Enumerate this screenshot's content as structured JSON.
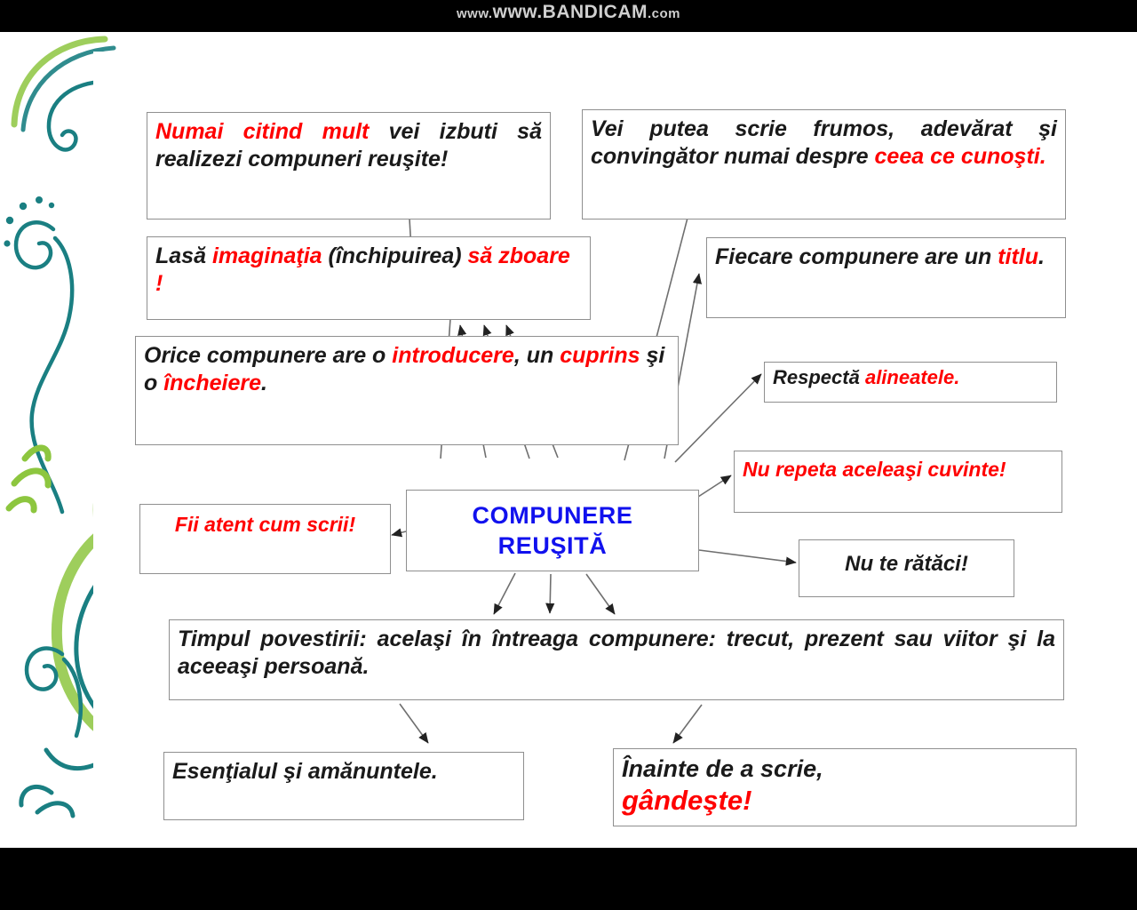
{
  "watermark": {
    "main": "www.BANDICAM",
    "prefix": "www.",
    "suffix": ".com",
    "text": "www.BANDICAM.com"
  },
  "colors": {
    "red": "#ff0000",
    "blue": "#1111ee",
    "black": "#1a1a1a",
    "box_border": "#8f8f8f",
    "teal": "#1a7f82",
    "green": "#8dc63f"
  },
  "center": {
    "line1": "COMPUNERE",
    "line2": "REUŞITĂ"
  },
  "nodes": {
    "numai": {
      "red1": "Numai citind mult",
      "black1": " vei izbuti să realizezi compuneri reuşite!"
    },
    "vei": {
      "black1": "Vei putea scrie frumos, adevărat şi convingător numai despre ",
      "red1": "ceea ce cunoşti."
    },
    "lasa": {
      "black1": "Lasă ",
      "red1": "imaginaţia",
      "black2": " (închipuirea) ",
      "red2": "să zboare !"
    },
    "fiecare": {
      "black1": "Fiecare compunere are un ",
      "red1": "titlu",
      "black2": "."
    },
    "orice": {
      "black1": "Orice compunere are o ",
      "red1": "introducere",
      "black2": ", un ",
      "red2": "cuprins",
      "black3": " şi o ",
      "red3": "încheiere",
      "black4": "."
    },
    "respecta": {
      "black1": "Respectă ",
      "red1": "alineatele."
    },
    "nurepeta": {
      "red1": "Nu repeta aceleaşi cuvinte!"
    },
    "nute": {
      "black1": "Nu te rătăci!"
    },
    "fii": {
      "red1": "Fii atent cum scrii!"
    },
    "timpul": {
      "black1": "Timpul povestirii: acelaşi în întreaga compunere: trecut, prezent sau viitor şi la aceeaşi persoană."
    },
    "esential": {
      "black1": "Esenţialul şi amănuntele."
    },
    "inainte": {
      "black1": "Înainte de a scrie,",
      "red1": "gândeşte!"
    }
  }
}
